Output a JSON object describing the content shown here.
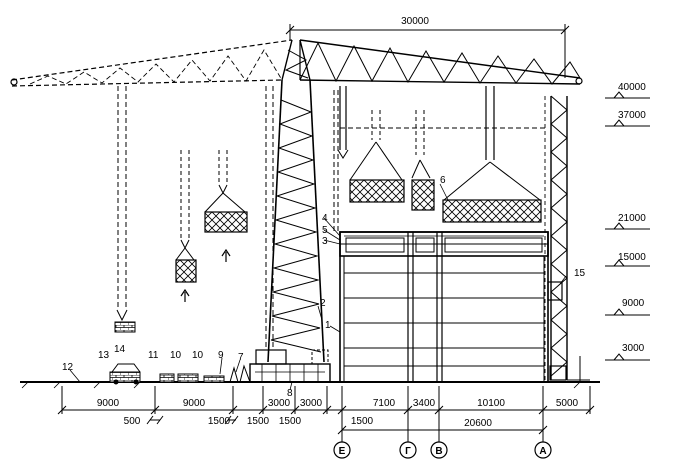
{
  "top_dimension": "30000",
  "elevations": [
    {
      "text": "40000"
    },
    {
      "text": "37000"
    },
    {
      "text": "21000"
    },
    {
      "text": "15000"
    },
    {
      "text": "9000"
    },
    {
      "text": "3000"
    }
  ],
  "bottom_dims": [
    {
      "text": "9000"
    },
    {
      "text": "9000"
    },
    {
      "text": "3000"
    },
    {
      "text": "3000"
    },
    {
      "text": "7100"
    },
    {
      "text": "3400"
    },
    {
      "text": "10100"
    },
    {
      "text": "5000"
    }
  ],
  "small_dims": [
    {
      "text": "500"
    },
    {
      "text": "1500"
    },
    {
      "text": "1500"
    },
    {
      "text": "1500"
    },
    {
      "text": "1500"
    }
  ],
  "total_dim": "20600",
  "axes": [
    {
      "text": "Е"
    },
    {
      "text": "Г"
    },
    {
      "text": "В"
    },
    {
      "text": "А"
    }
  ],
  "callouts": [
    {
      "text": "1"
    },
    {
      "text": "2"
    },
    {
      "text": "3"
    },
    {
      "text": "4"
    },
    {
      "text": "5"
    },
    {
      "text": "6"
    },
    {
      "text": "7"
    },
    {
      "text": "8"
    },
    {
      "text": "9"
    },
    {
      "text": "10"
    },
    {
      "text": "10"
    },
    {
      "text": "11"
    },
    {
      "text": "12"
    },
    {
      "text": "13"
    },
    {
      "text": "14"
    },
    {
      "text": "15"
    }
  ]
}
